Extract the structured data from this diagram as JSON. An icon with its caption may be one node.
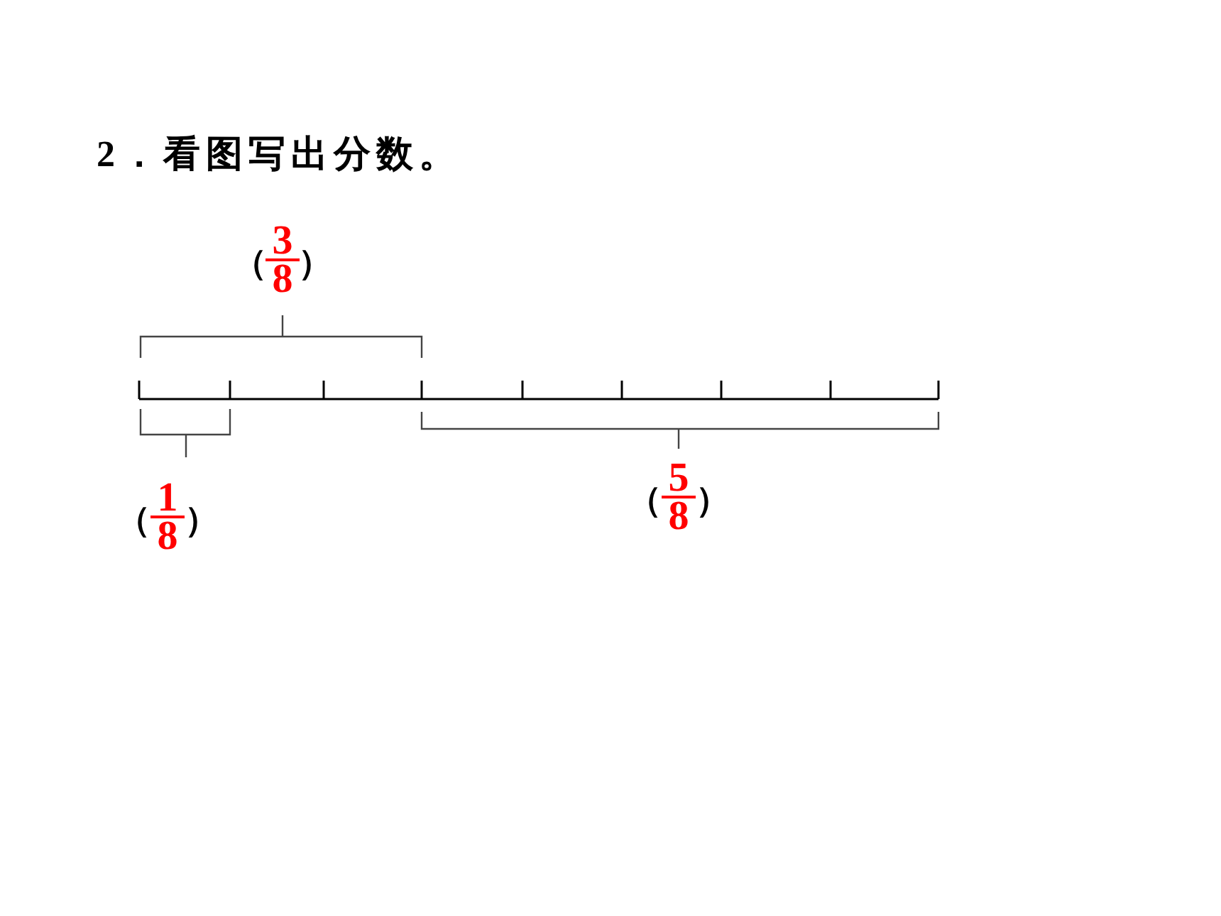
{
  "diagram": {
    "title": "2．看图写出分数。",
    "labels": [
      "（",
      "3",
      "8",
      "）",
      "（",
      "1",
      "8",
      "）",
      "（",
      "5",
      "8",
      "）"
    ]
  }
}
